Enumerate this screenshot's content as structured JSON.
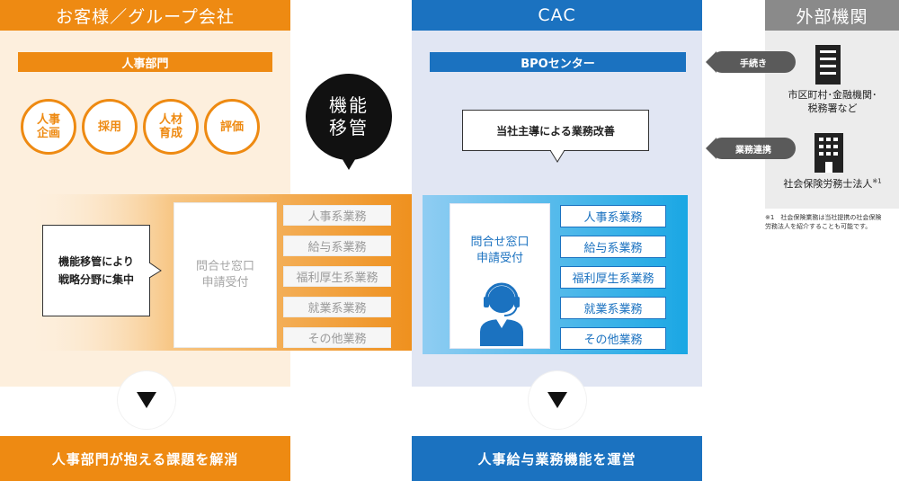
{
  "client": {
    "header": "お客様／グループ会社",
    "dept_bar": "人事部門",
    "circles": [
      "人事\n企画",
      "採用",
      "人材\n育成",
      "評価"
    ],
    "bubble": "機能移管により\n戦略分野に集中",
    "inquiry": "問合せ窓口\n申請受付",
    "footer": "人事部門が抱える課題を解消"
  },
  "transfer": {
    "bubble": "機能\n移管",
    "items": [
      "人事系業務",
      "給与系業務",
      "福利厚生系業務",
      "就業系業務",
      "その他業務"
    ]
  },
  "cac": {
    "header": "CAC",
    "center_bar": "BPOセンター",
    "bubble": "当社主導による業務改善",
    "inquiry": "問合せ窓口\n申請受付",
    "items": [
      "人事系業務",
      "給与系業務",
      "福利厚生系業務",
      "就業系業務",
      "その他業務"
    ],
    "footer": "人事給与業務機能を運営"
  },
  "external": {
    "header": "外部機関",
    "pill1": "手続き",
    "org1": "市区町村･金融機関･\n税務署など",
    "pill2": "業務連携",
    "org2": "社会保険労務士法人",
    "org2_sup": "※1",
    "note": "※1　社会保険業務は当社提携の社会保険\n労務法人を紹介することも可能です。"
  },
  "colors": {
    "orange": "#ee8a12",
    "orange_light": "#fdefdd",
    "blue": "#1b72c0",
    "blue_light": "#e1e6f3",
    "grey_header": "#8a8a8a",
    "grey_light": "#ececec"
  },
  "icons": [
    "down-arrow-icon",
    "building-icon",
    "operator-headset-icon",
    "left-arrow-icon"
  ]
}
